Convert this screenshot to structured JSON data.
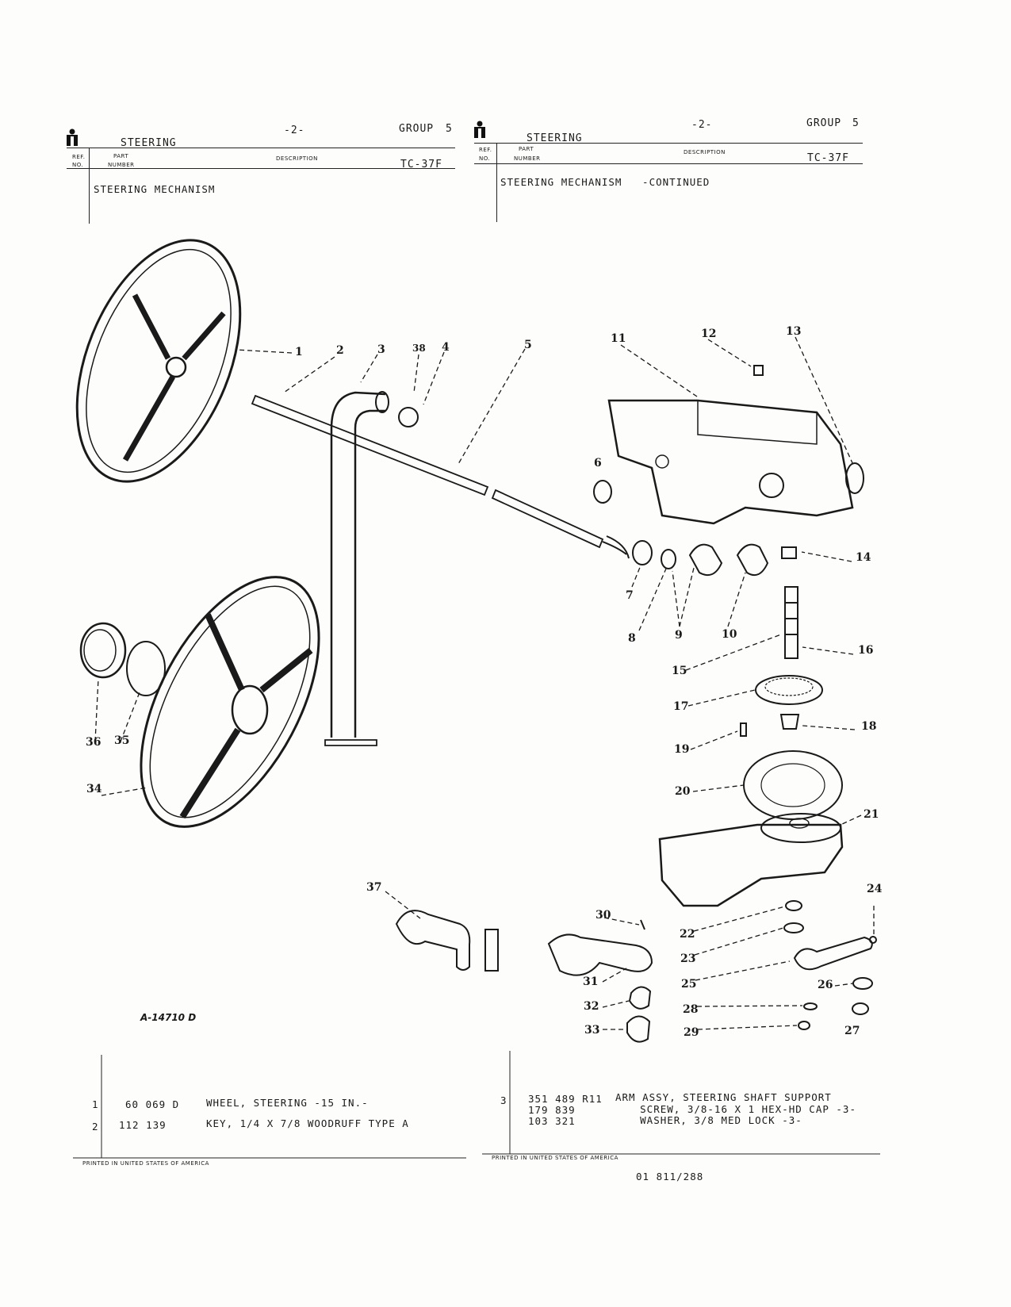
{
  "left_page": {
    "page_no": "-2-",
    "section": "STEERING",
    "group_label": "GROUP",
    "group_no": "5",
    "model": "TC-37F",
    "col_ref": "REF.",
    "col_no": "NO.",
    "col_part": "PART",
    "col_number": "NUMBER",
    "col_description": "DESCRIPTION",
    "heading": "STEERING MECHANISM",
    "parts": [
      {
        "ref": "1",
        "part": "60 069 D",
        "description": "WHEEL, STEERING -15 IN.-"
      },
      {
        "ref": "2",
        "part": "112 139",
        "description": "KEY, 1/4 X 7/8 WOODRUFF TYPE A"
      }
    ],
    "footer": "PRINTED IN UNITED STATES OF AMERICA"
  },
  "right_page": {
    "page_no": "-2-",
    "section": "STEERING",
    "group_label": "GROUP",
    "group_no": "5",
    "model": "TC-37F",
    "col_ref": "REF.",
    "col_no": "NO.",
    "col_part": "PART",
    "col_number": "NUMBER",
    "col_description": "DESCRIPTION",
    "heading": "STEERING MECHANISM   -CONTINUED",
    "parts": [
      {
        "ref": "3",
        "part": "351 489 R11",
        "description": "ARM ASSY, STEERING SHAFT SUPPORT"
      },
      {
        "ref": "",
        "part": "179 839",
        "description": "      SCREW, 3/8-16 X 1 HEX-HD CAP -3-"
      },
      {
        "ref": "",
        "part": "103 321",
        "description": "      WASHER, 3/8 MED LOCK -3-"
      }
    ],
    "footer": "PRINTED IN UNITED STATES OF AMERICA"
  },
  "illustration_code": "A-14710 D",
  "doc_code": "01 811/288",
  "callouts": [
    "1",
    "2",
    "3",
    "38",
    "4",
    "5",
    "11",
    "12",
    "13",
    "6",
    "14",
    "7",
    "8",
    "9",
    "10",
    "15",
    "16",
    "17",
    "18",
    "19",
    "20",
    "21",
    "36",
    "35",
    "34",
    "37",
    "30",
    "22",
    "24",
    "23",
    "31",
    "25",
    "26",
    "32",
    "28",
    "27",
    "33",
    "29"
  ]
}
